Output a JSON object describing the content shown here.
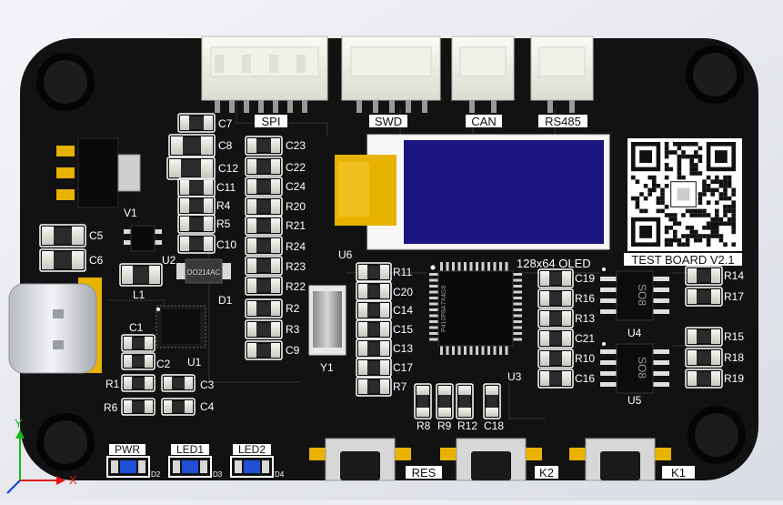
{
  "board": {
    "name": "TEST BOARD V2.1",
    "oled_label": "128x64 OLED",
    "mcu_marking": "P410P8A7X4G8",
    "diode_marking": "DO214AC",
    "colors": {
      "pcb": "#111111",
      "gold": "#e8b300",
      "oled": "#1a1580",
      "silk": "#ffffff",
      "led": "#1e4fd6"
    }
  },
  "connectors": {
    "spi": "SPI",
    "swd": "SWD",
    "can": "CAN",
    "rs485": "RS485"
  },
  "chips": {
    "u1": "U1",
    "u2": "U2",
    "u3": "U3",
    "u4": "U4",
    "u5": "U5",
    "u6": "U6",
    "so8": "SO8"
  },
  "labels": {
    "v1": "V1",
    "l1": "L1",
    "d1": "D1",
    "y1": "Y1",
    "c1": "C1",
    "c2": "C2",
    "c3": "C3",
    "c4": "C4",
    "c5": "C5",
    "c6": "C6",
    "c7": "C7",
    "c8": "C8",
    "c9": "C9",
    "c10": "C10",
    "c11": "C11",
    "c12": "C12",
    "c13": "C13",
    "c14": "C14",
    "c15": "C15",
    "c16": "C16",
    "c17": "C17",
    "c18": "C18",
    "c19": "C19",
    "c20": "C20",
    "c21": "C21",
    "c22": "C22",
    "c23": "C23",
    "c24": "C24",
    "r1": "R1",
    "r2": "R2",
    "r3": "R3",
    "r4": "R4",
    "r5": "R5",
    "r6": "R6",
    "r7": "R7",
    "r8": "R8",
    "r9": "R9",
    "r10": "R10",
    "r11": "R11",
    "r12": "R12",
    "r13": "R13",
    "r14": "R14",
    "r15": "R15",
    "r16": "R16",
    "r17": "R17",
    "r18": "R18",
    "r19": "R19",
    "r20": "R20",
    "r21": "R21",
    "r22": "R22",
    "r23": "R23",
    "r24": "R24",
    "d2": "D2",
    "d3": "D3",
    "d4": "D4"
  },
  "leds": {
    "pwr": "PWR",
    "led1": "LED1",
    "led2": "LED2"
  },
  "buttons": {
    "res": "RES",
    "k2": "K2",
    "k1": "K1"
  },
  "axes": {
    "x": "X",
    "y": "Y"
  }
}
